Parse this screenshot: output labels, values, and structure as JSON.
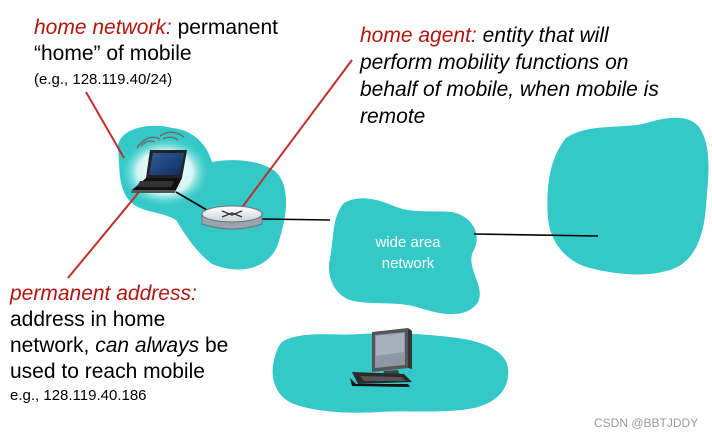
{
  "home_network": {
    "title": "home network:",
    "desc_line1": "permanent",
    "desc_line2": "“home” of mobile",
    "example": "(e.g., 128.119.40/24)"
  },
  "home_agent": {
    "title": "home agent:",
    "desc_line1": "entity that will",
    "desc_line2": "perform mobility functions on",
    "desc_line3": "behalf of mobile, when mobile is",
    "desc_line4": "remote"
  },
  "permanent_address": {
    "title": "permanent address:",
    "line1": "address in home",
    "line2_prefix": "network,",
    "line2_emph": "can always",
    "line2_suffix": "be",
    "line3": "used to reach mobile",
    "example": "e.g., 128.119.40.186"
  },
  "wan": {
    "line1": "wide area",
    "line2": "network"
  },
  "watermark": "CSDN @BBTJDDY",
  "colors": {
    "cloud": "#34c8c8",
    "label_red": "#b2150f",
    "line_red": "#c0302a"
  },
  "icons": [
    "laptop-icon",
    "router-icon",
    "desktop-computer-icon",
    "wireless-signal-icon"
  ]
}
